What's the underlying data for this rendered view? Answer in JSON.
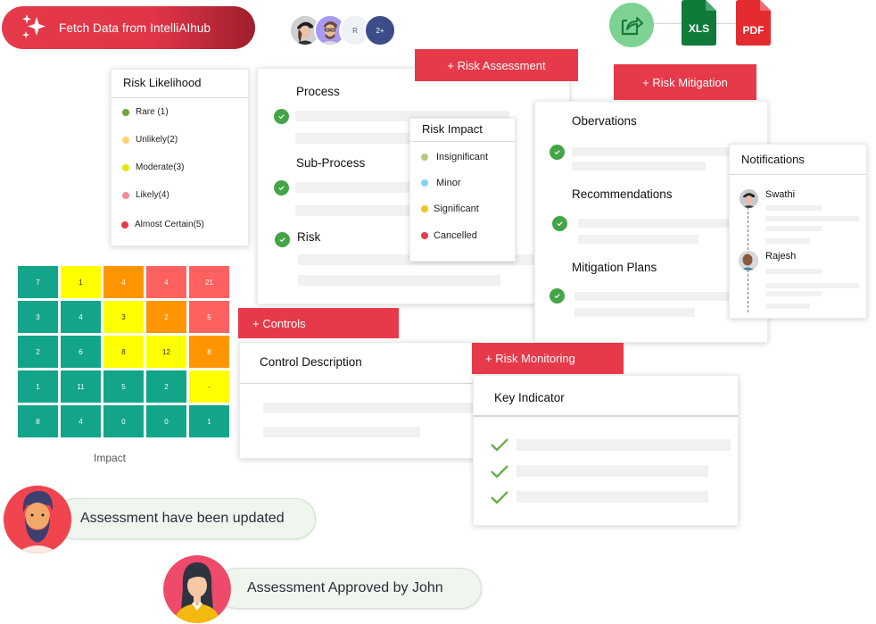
{
  "header": {
    "fetch_button": {
      "label": "Fetch Data from IntelliAIhub",
      "icon": "sparkles-icon"
    },
    "avatar_group": {
      "avatars": [
        {
          "type": "photo",
          "name": "woman-cap"
        },
        {
          "type": "photo",
          "name": "man-glasses"
        },
        {
          "type": "initial",
          "label": "R"
        },
        {
          "type": "count",
          "label": "2+"
        }
      ]
    },
    "export": {
      "share_icon": "share-icon",
      "xls_label": "XLS",
      "pdf_label": "PDF"
    }
  },
  "colors": {
    "accent_red": "#e63a4a",
    "check_green": "#43a547",
    "heat_green": "#13a58a",
    "heat_yellow": "#ffff00",
    "heat_orange": "#ff9500",
    "heat_red": "#ff6161",
    "xls_green": "#0f7a3a",
    "pdf_red": "#e42b30",
    "share_bg": "#7dd294"
  },
  "risk_likelihood": {
    "title": "Risk Likelihood",
    "items": [
      {
        "label": "Rare (1)",
        "color": "#6aa63a"
      },
      {
        "label": "Unlikely(2)",
        "color": "#ffd36b"
      },
      {
        "label": "Moderate(3)",
        "color": "#e8e30f"
      },
      {
        "label": "Likely(4)",
        "color": "#f28b95"
      },
      {
        "label": "Almost Certain(5)",
        "color": "#e63a4a"
      }
    ]
  },
  "heatmap": {
    "xlabel": "Impact",
    "rows": [
      [
        {
          "v": "7",
          "c": "green"
        },
        {
          "v": "1",
          "c": "yellow"
        },
        {
          "v": "4",
          "c": "orange"
        },
        {
          "v": "4",
          "c": "red"
        },
        {
          "v": "21",
          "c": "red"
        }
      ],
      [
        {
          "v": "3",
          "c": "green"
        },
        {
          "v": "4",
          "c": "green"
        },
        {
          "v": "3",
          "c": "yellow"
        },
        {
          "v": "2",
          "c": "orange"
        },
        {
          "v": "5",
          "c": "red"
        }
      ],
      [
        {
          "v": "2",
          "c": "green"
        },
        {
          "v": "6",
          "c": "green"
        },
        {
          "v": "8",
          "c": "yellow"
        },
        {
          "v": "12",
          "c": "yellow"
        },
        {
          "v": "8",
          "c": "orange"
        }
      ],
      [
        {
          "v": "1",
          "c": "green"
        },
        {
          "v": "11",
          "c": "green"
        },
        {
          "v": "5",
          "c": "green"
        },
        {
          "v": "2",
          "c": "green"
        },
        {
          "v": "-",
          "c": "yellow"
        }
      ],
      [
        {
          "v": "8",
          "c": "green"
        },
        {
          "v": "4",
          "c": "green"
        },
        {
          "v": "0",
          "c": "green"
        },
        {
          "v": "0",
          "c": "green"
        },
        {
          "v": "1",
          "c": "green"
        }
      ]
    ]
  },
  "risk_assessment": {
    "tab_label": "+ Risk Assessment",
    "sections": [
      "Process",
      "Sub-Process",
      "Risk"
    ]
  },
  "risk_impact": {
    "title": "Risk Impact",
    "items": [
      {
        "label": "Insignificant",
        "color": "#b5c97a"
      },
      {
        "label": "Minor",
        "color": "#7fd3f7"
      },
      {
        "label": "Significant",
        "color": "#f5c322"
      },
      {
        "label": "Cancelled",
        "color": "#e63a4a"
      }
    ]
  },
  "risk_mitigation": {
    "tab_label": "+ Risk Mitigation",
    "sections": [
      "Obervations",
      "Recommendations",
      "Mitigation Plans"
    ]
  },
  "notifications": {
    "title": "Notifications",
    "items": [
      {
        "name": "Swathi"
      },
      {
        "name": "Rajesh"
      }
    ]
  },
  "controls": {
    "tab_label": "+ Controls",
    "header": "Control Description"
  },
  "risk_monitoring": {
    "tab_label": "+ Risk Monitoring",
    "header": "Key Indicator",
    "indicator_count": 3
  },
  "toasts": [
    {
      "message": "Assessment have been updated",
      "avatar": "bearded-man-avatar"
    },
    {
      "message": "Assessment Approved by John",
      "avatar": "woman-avatar"
    }
  ]
}
